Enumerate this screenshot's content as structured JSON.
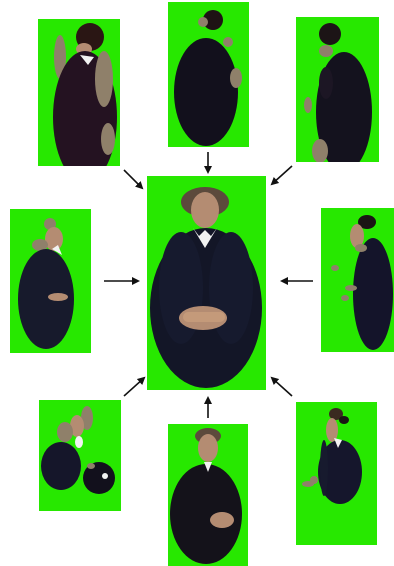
{
  "diagram": {
    "background_color": "#ffffff",
    "panel_color": "#27e800",
    "arrow_color": "#111111",
    "panels": [
      {
        "id": "top-left",
        "icon": "figure-side-view-icon"
      },
      {
        "id": "top-center",
        "icon": "figure-top-view-icon"
      },
      {
        "id": "top-right",
        "icon": "figure-back-view-icon"
      },
      {
        "id": "middle-left",
        "icon": "figure-seated-side-icon"
      },
      {
        "id": "center",
        "icon": "figure-front-view-icon"
      },
      {
        "id": "middle-right",
        "icon": "figure-profile-right-icon"
      },
      {
        "id": "bottom-left",
        "icon": "figure-fragmented-icon"
      },
      {
        "id": "bottom-center",
        "icon": "figure-arms-crossed-icon"
      },
      {
        "id": "bottom-right",
        "icon": "figure-partial-side-icon"
      }
    ],
    "arrows_point_to": "center"
  }
}
